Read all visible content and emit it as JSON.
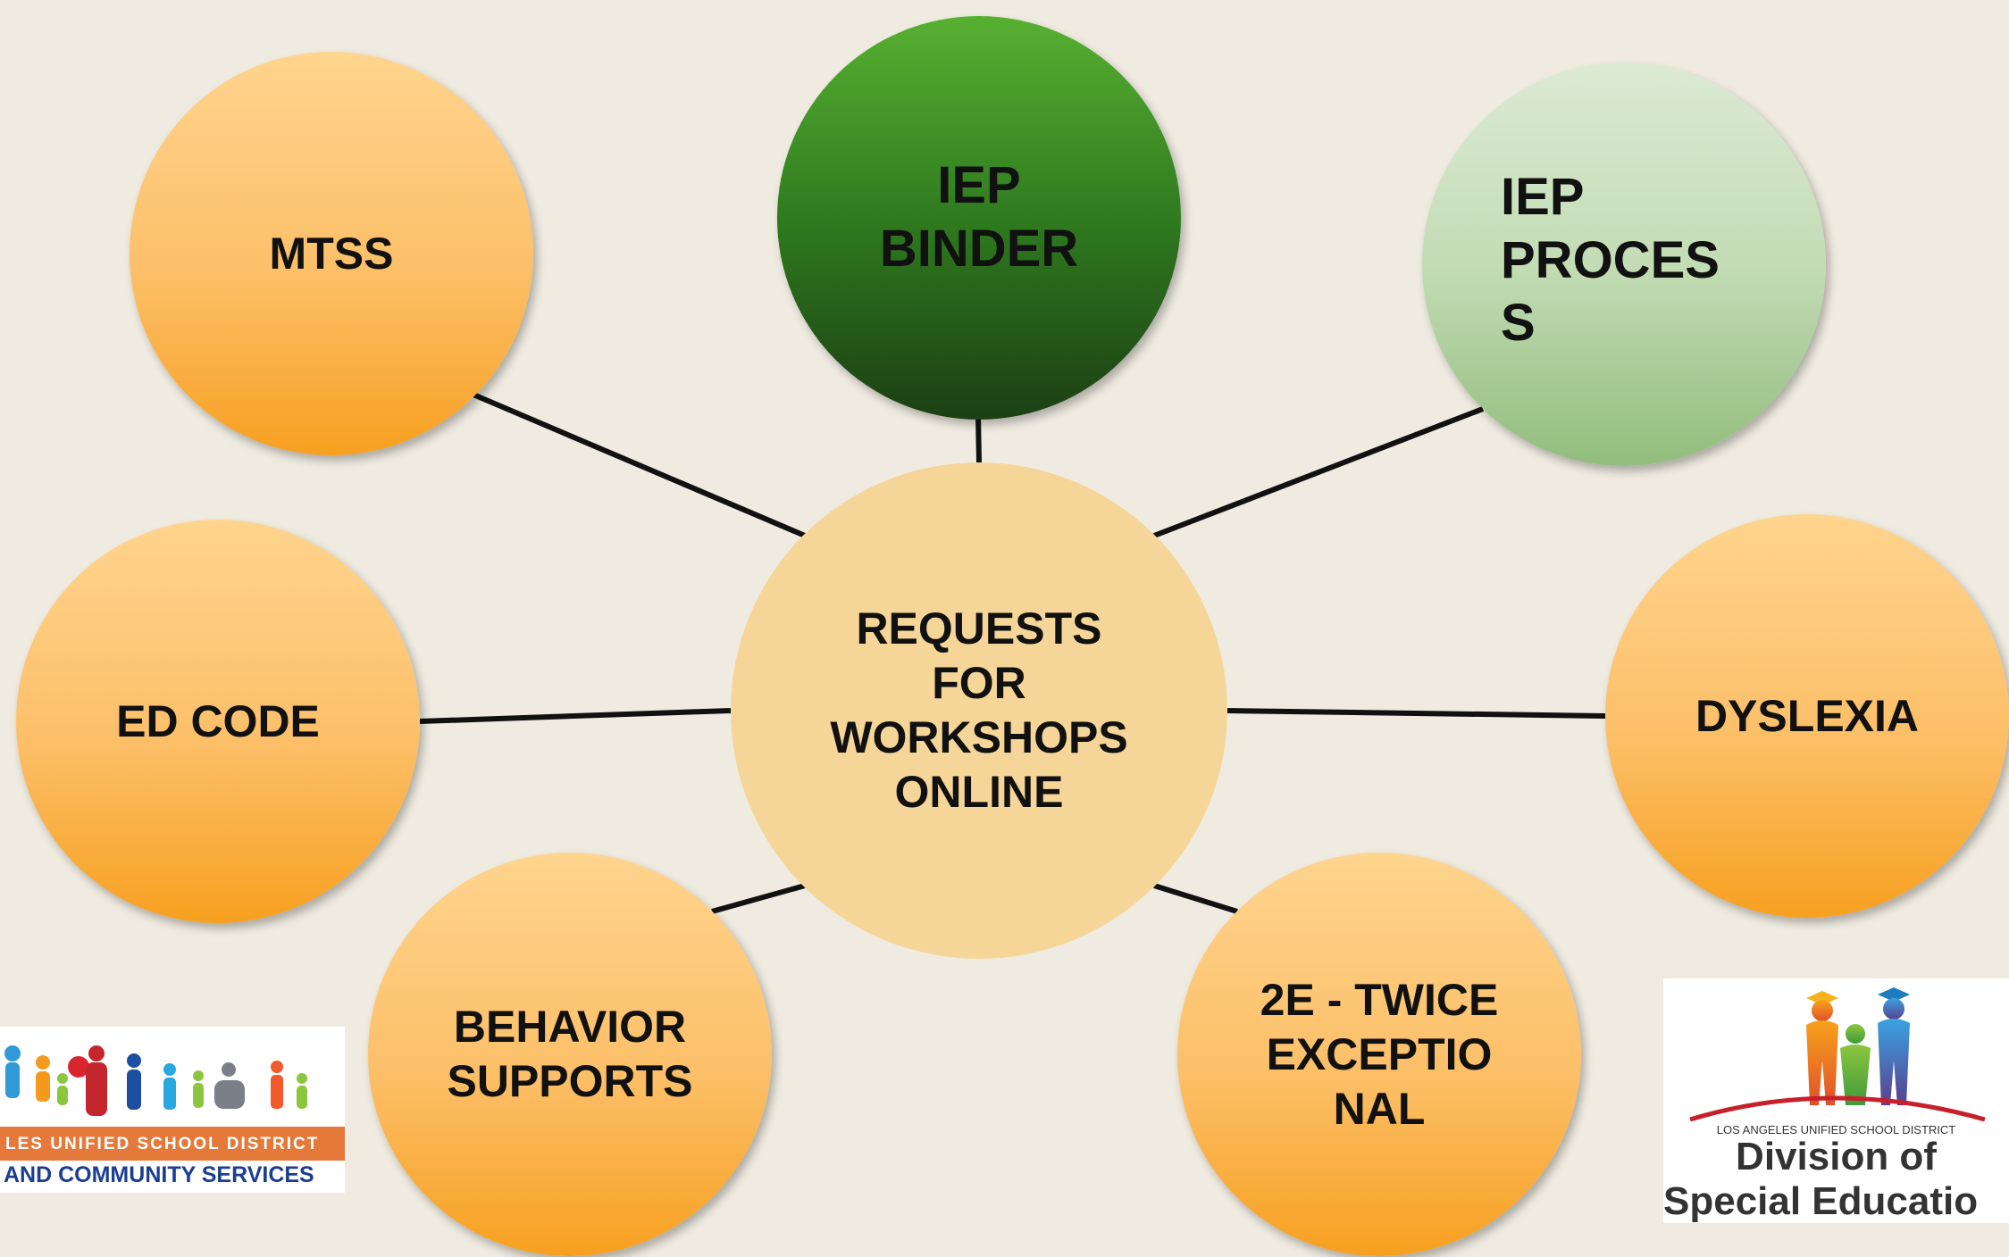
{
  "center": {
    "label": "REQUESTS\nFOR\nWORKSHOPS\nONLINE"
  },
  "topics": {
    "iep_binder": "IEP\nBINDER",
    "iep_process": "IEP\nPROCES\nS",
    "mtss": "MTSS",
    "ed_code": "ED CODE",
    "dyslexia": "DYSLEXIA",
    "behavior_supports": "BEHAVIOR\nSUPPORTS",
    "twice_exceptional": "2E - TWICE\nEXCEPTIO\nNAL"
  },
  "colors": {
    "background": "#efebe1",
    "orange_node": "#fcbf68",
    "dark_green_node": "#2f7b1f",
    "light_green_node": "#c3dcb5",
    "center_node": "#f6d698",
    "connector": "#111111"
  },
  "logos": {
    "left": {
      "district_text": "LES UNIFIED SCHOOL DISTRICT",
      "department_text": "AND COMMUNITY SERVICES"
    },
    "right": {
      "district_text": "LOS ANGELES UNIFIED SCHOOL DISTRICT",
      "title_line1": "Division of",
      "title_line2": "Special Educatio"
    }
  }
}
